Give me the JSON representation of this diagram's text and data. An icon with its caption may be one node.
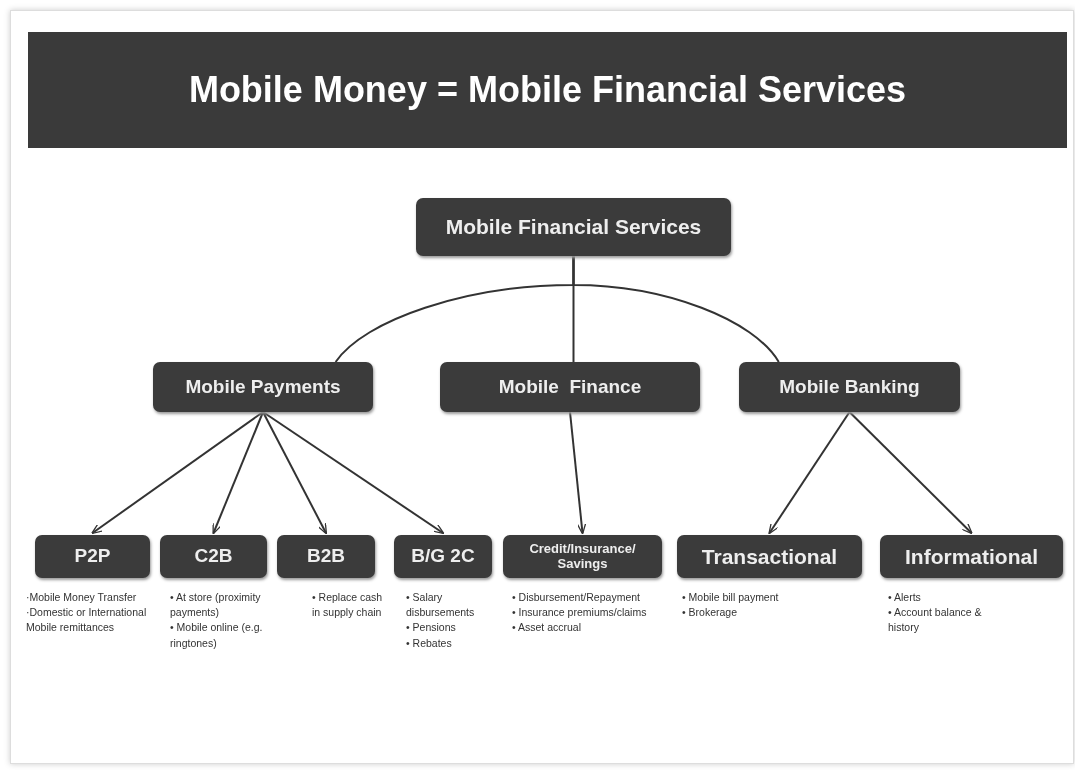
{
  "diagram": {
    "title": "Mobile Money = Mobile Financial Services",
    "nodes": [
      {
        "text": [
          "Mobile Financial Services"
        ]
      },
      {
        "text": [
          "Mobile Payments"
        ]
      },
      {
        "text": [
          "Mobile  Finance"
        ]
      },
      {
        "text": [
          "Mobile Banking"
        ]
      },
      {
        "text": [
          "P2P"
        ],
        "beside": [
          "·Mobile Money Transfer",
          "·Domestic or International Mobile remittances"
        ]
      },
      {
        "text": [
          "C2B"
        ],
        "beside": [
          "• At store (proximity payments)",
          "• Mobile online (e.g. ringtones)"
        ]
      },
      {
        "text": [
          "B2B"
        ],
        "beside": [
          "• Replace cash in supply chain"
        ]
      },
      {
        "text": [
          "B/G 2C"
        ],
        "beside": [
          "• Salary disbursements",
          "• Pensions",
          "• Rebates"
        ]
      },
      {
        "text": [
          "Credit/Insurance/ Savings"
        ],
        "beside": [
          "• Disbursement/Repayment",
          "• Insurance premiums/claims",
          "• Asset accrual"
        ]
      },
      {
        "text": [
          "Transactional"
        ],
        "beside": [
          "• Mobile bill payment",
          "• Brokerage"
        ]
      },
      {
        "text": [
          "Informational"
        ],
        "beside": [
          "• Alerts",
          "• Account balance & history"
        ]
      }
    ],
    "edges": [
      {
        "from": 0,
        "to": 1,
        "arrow": "none"
      },
      {
        "from": 0,
        "to": 2,
        "arrow": "none"
      },
      {
        "from": 0,
        "to": 3,
        "arrow": "none"
      },
      {
        "from": 1,
        "to": 4,
        "arrow": "to"
      },
      {
        "from": 1,
        "to": 5,
        "arrow": "to"
      },
      {
        "from": 1,
        "to": 6,
        "arrow": "to"
      },
      {
        "from": 1,
        "to": 7,
        "arrow": "to"
      },
      {
        "from": 2,
        "to": 8,
        "arrow": "to"
      },
      {
        "from": 3,
        "to": 9,
        "arrow": "to"
      },
      {
        "from": 3,
        "to": 10,
        "arrow": "to"
      }
    ]
  }
}
